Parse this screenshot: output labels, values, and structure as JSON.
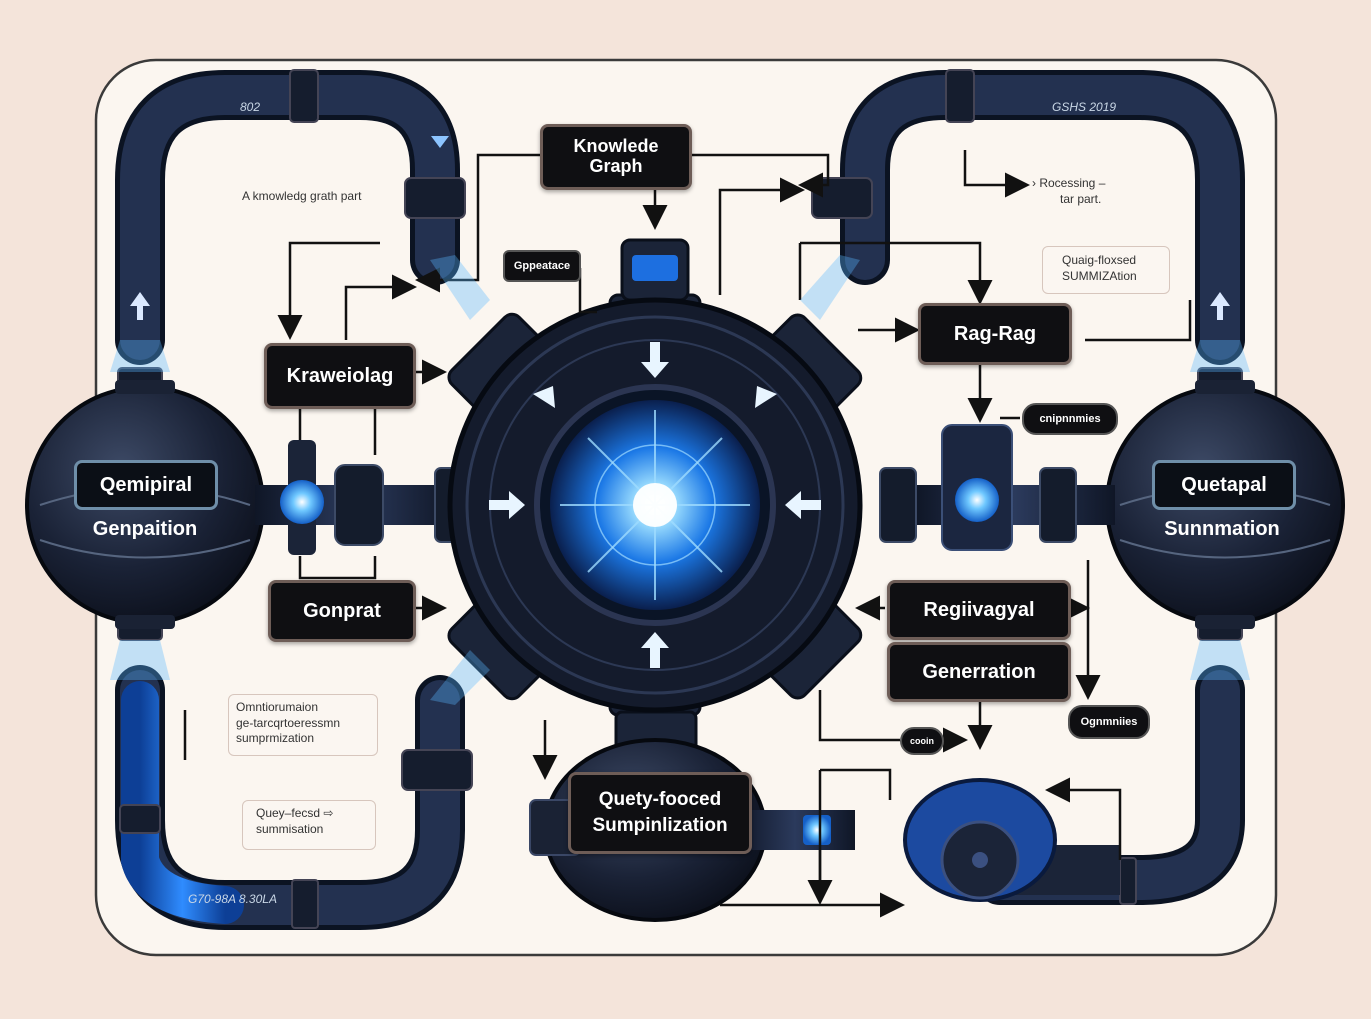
{
  "labels": {
    "knowledge_graph": [
      "Knowlede",
      "Graph"
    ],
    "kraweiolag": "Kraweiolag",
    "gonprat": "Gonprat",
    "rag_rag": "Rag-Rag",
    "regiivagyal": "Regiivagyal",
    "generration": "Generration",
    "query_focused": [
      "Quety-fooced",
      "Sumpinlization"
    ]
  },
  "pills": {
    "gppeace": "Gppeatace",
    "cnipnnmies": "cnipnnmies",
    "ognmniies": "Ognmniies",
    "cooin": "cooin"
  },
  "spheres": {
    "left": {
      "tag": "Qemipiral",
      "caption": "Genpaition"
    },
    "right": {
      "tag": "Quetapal",
      "caption": "Sunnmation"
    }
  },
  "notes": {
    "knowledge_part": "A kmowledg grath part",
    "processing": [
      "› Rocessing –",
      "tar part."
    ],
    "quaig": [
      "Quaig-floxsed",
      "SUMMIZAtion"
    ],
    "omnt": [
      "Omntiorumaion",
      "ge-tarcqrtoeressmn",
      "sumprmization"
    ],
    "quey": [
      "Quey–fecsd ⇨",
      "summisation"
    ]
  },
  "pipe_texts": {
    "top_left": "802",
    "top_right": "GSHS 2019",
    "bottom_left": "G70-98A  8.30LA"
  },
  "colors": {
    "background": "#f7ece4",
    "panel": "#fbf6f0",
    "pipe_dark": "#1c2740",
    "pipe_blue": "#1e6be0",
    "glow": "#58b6ff",
    "label_bg": "#0f0f12"
  }
}
